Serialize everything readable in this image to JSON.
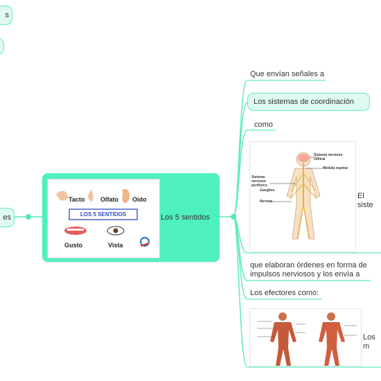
{
  "central": {
    "label": "Los 5 sentidos",
    "image": {
      "title": "LOS 5 SENTIDOS",
      "senses": [
        "Tacto",
        "Olfato",
        "Oido",
        "Gusto",
        "Vista"
      ]
    }
  },
  "left_nodes": {
    "top_label": "s",
    "bottom_label": "es"
  },
  "right_branches": {
    "b1": "Que envían  señales a",
    "b2": "Los sistemas de coordinación",
    "b3": "como",
    "b4_side": "El siste",
    "b5": "que elaboran órdenes  en forma de impulsos nerviosos y los envía a",
    "b6": "Los efectores como:",
    "b7_side": "Los m"
  },
  "nervous_image": {
    "labels": [
      "Sistema nervioso central",
      "Médula espinal",
      "Sistema nervioso periférico",
      "Ganglios",
      "Nervios"
    ]
  },
  "colors": {
    "accent": "#4ff0c0",
    "line": "#5eeac0",
    "pill_bg": "#dffaf0"
  }
}
